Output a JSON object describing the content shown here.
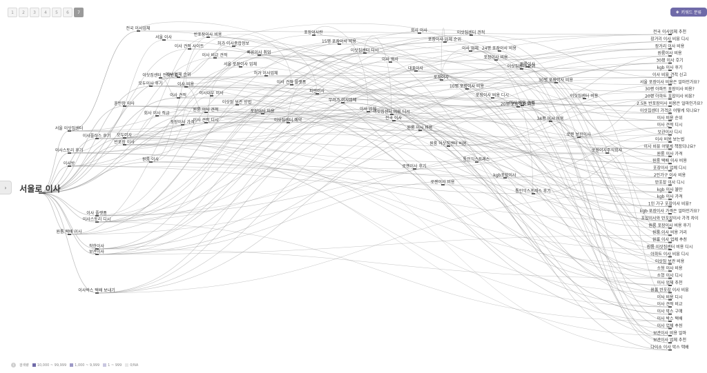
{
  "pagination": {
    "pages": [
      "1",
      "2",
      "3",
      "4",
      "5",
      "6",
      "7"
    ],
    "active_index": 6
  },
  "keyword_button": {
    "label": "키워드 분류",
    "icon": "tag-icon"
  },
  "legend": {
    "label": "검색량",
    "items": [
      {
        "label": "10,000 ~ 99,999",
        "color": "#6f6aa8"
      },
      {
        "label": "1,000 ~ 9,999",
        "color": "#9d99c7"
      },
      {
        "label": "1 ~ 999",
        "color": "#c9c7e0"
      },
      {
        "label": "0/NA",
        "color": "#e8e8e8"
      }
    ]
  },
  "graph": {
    "root": "서울로 이사",
    "level1": [
      "서울 이삿짐센터",
      "이사플러스 후기",
      "이사스토리 후기",
      "이사방",
      "원룸 택배 이사",
      "이사 플랫폼",
      "이사스토리 디시",
      "착한이사",
      "보관이사",
      "이사박스 택배 보내기",
      "훈반장 이사",
      "모두이사 후기",
      "반포장 이사",
      "모두이사",
      "원룸 이사",
      "이사 업체 순위",
      "이사 견적",
      "원룸 이사 견적",
      "이사 견적 디시"
    ],
    "level2": [
      "전국 이사업체",
      "서울 이사",
      "이사 견적 사이트",
      "이사 비교 견적",
      "서울 포장이사 업체",
      "허가 이사업체",
      "이사 견적 플랫폼",
      "파란이사",
      "무려가 이사업체",
      "이사 업체",
      "전국 이사",
      "회사 이사",
      "포장이사 업체 순위",
      "이사 업체",
      "포장이사 비용",
      "이삿짐센터 순위",
      "이삿짐센터 전화번호",
      "이사 비용",
      "이사대우 이사",
      "이삿짐 보관 방법",
      "포장이사 비용",
      "이삿짐센터 예약",
      "포장이사란",
      "15평 포장이사 비용",
      "이삿짐센터 디시",
      "이사 회사",
      "대표이사",
      "포장이사",
      "10평 포장이사 비용",
      "포장이사 비용 디시",
      "20평 포장이사 비용",
      "회사 이사 적금",
      "포장이사 가격",
      "반포장이사 비용",
      "허가 이사종합정보",
      "빠른이사 취업",
      "이사 비용 견적",
      "34평 이사 비용",
      "로젠 보관이사",
      "로젠이사주식회사",
      "로젠이사 후기",
      "로젠이사 비용",
      "이삿짐센터 견적",
      "24평 포장이사 비용",
      "원룸이사",
      "30평 포장이사 비용",
      "이삿짐센터 비용",
      "이삿짐센터 비용 디시",
      "원룸 이사 비용",
      "원룸 이삿짐센터 비용",
      "통인익스프레스",
      "kgb포장이사",
      "통인익스프레스 후기"
    ],
    "level3": [
      "전국 이사업체 추천",
      "장거리 이사 비용 디시",
      "장거리 이사 비용",
      "원룸이사 비용",
      "30평 이사 후기",
      "kgb 이사 후기",
      "이사 비용 견적 신고",
      "서울 포장이사 비용은 얼마인가요?",
      "30평 아파트 포장이사 비용?",
      "20평 아파트 포장이사 비용?",
      "2.5톤 반포장이사 비용은 얼마인가요?",
      "이삿짐센터 가격은 어떻게 되나요?",
      "이사 비용 순위",
      "이사 견적 디시",
      "보관이사 디시",
      "이사 비용 보는법",
      "이사 비용 어떻게 책정되나요?",
      "원룸 이사 가격",
      "원룸 택배 이사 비용",
      "포장이사 업체 디시",
      "2인가구 이사 비용",
      "반포장 이사 디시",
      "kgb 이사 불만",
      "kgb 이사 가격",
      "1인 가구 포장이사 비용?",
      "kgb 포장이사 가격은 얼마인가요?",
      "포장이사와 반포장이사 가격 차이",
      "원룸 포장이사 비용 후기",
      "원룸 이사 비용 거리",
      "원룸 이사 업체 추천",
      "원룸 이삿짐센터 비용 디시",
      "아파트 이사 비용 디시",
      "이삿짐 보관 비용",
      "소형 이사 비용",
      "소형 이사 디시",
      "이사 업체 추천",
      "원룸 반포장 이사 비용",
      "이사 비용 디시",
      "이사 견적 비교",
      "이사 박스 구매",
      "이사 박스 택배",
      "이사 업체 추천",
      "보관이사 비용 얼마",
      "보관이사 업체 추천",
      "다이소 이사 박스 택배"
    ]
  }
}
